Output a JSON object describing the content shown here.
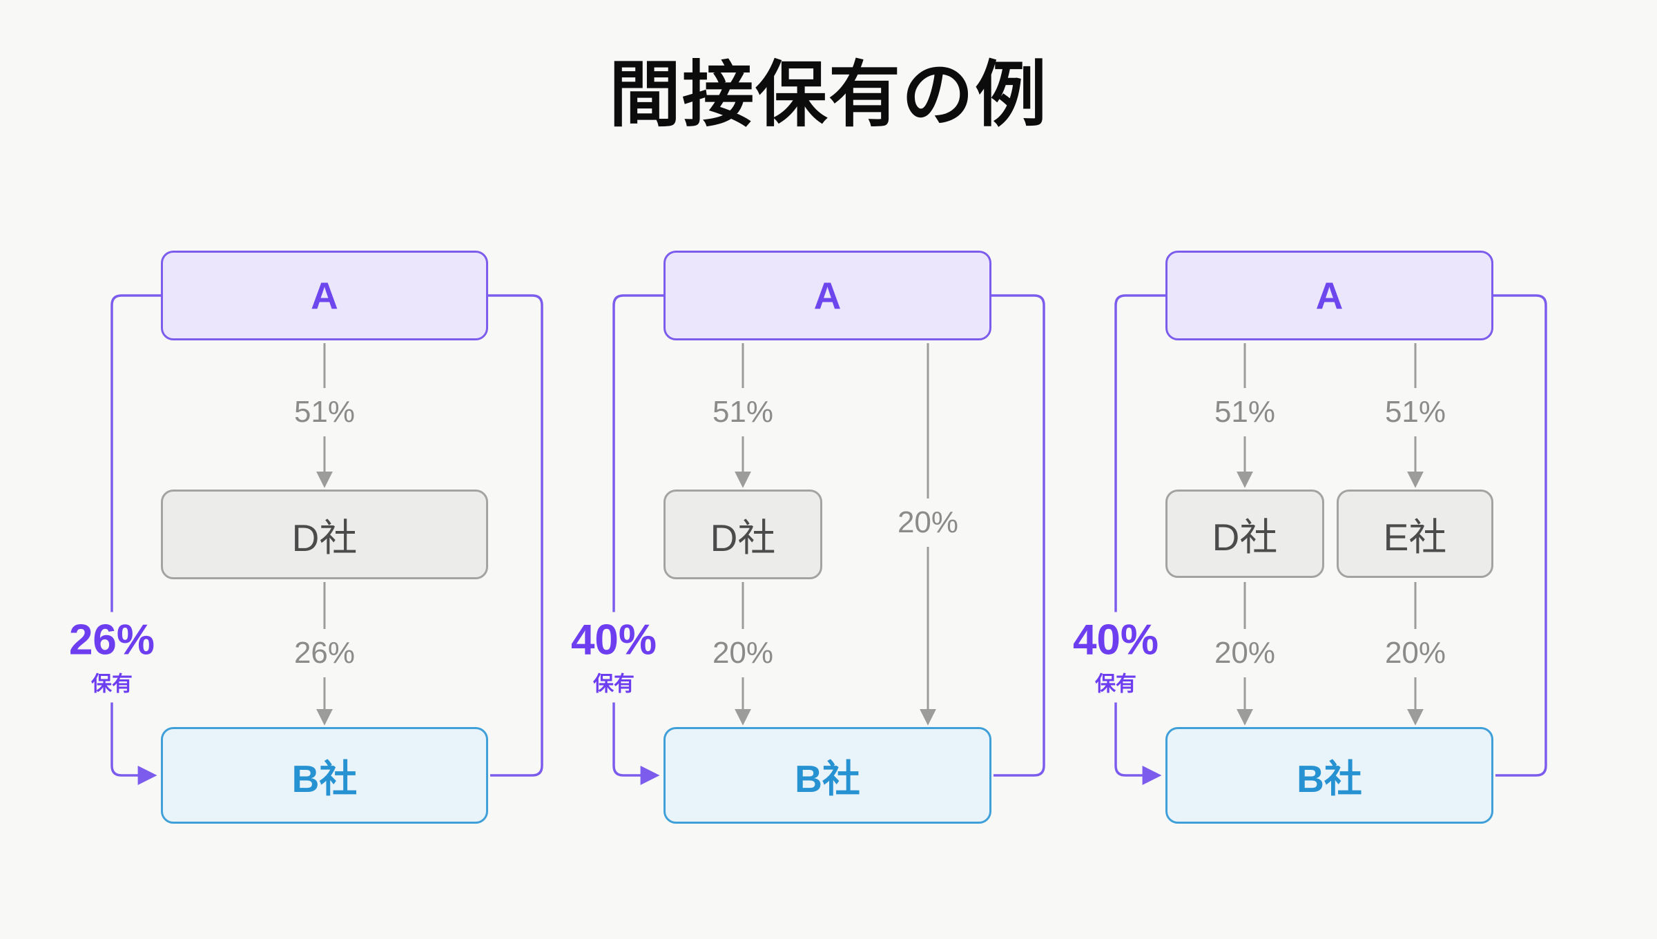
{
  "title": "間接保有の例",
  "colors": {
    "background": "#f8f8f6",
    "purple_accent": "#6d3df0",
    "purple_border": "#7c5ced",
    "gray_line": "#9c9c9a",
    "blue_accent": "#2792d2"
  },
  "panels": [
    {
      "top": "A",
      "mid1": "D社",
      "bottom": "B社",
      "pct_top1": "51%",
      "pct_bottom1": "26%",
      "holding_pct": "26%",
      "holding_label": "保有"
    },
    {
      "top": "A",
      "mid1": "D社",
      "bottom": "B社",
      "pct_top1": "51%",
      "pct_bottom1": "20%",
      "pct_direct": "20%",
      "holding_pct": "40%",
      "holding_label": "保有"
    },
    {
      "top": "A",
      "mid1": "D社",
      "mid2": "E社",
      "bottom": "B社",
      "pct_top1": "51%",
      "pct_top2": "51%",
      "pct_bottom1": "20%",
      "pct_bottom2": "20%",
      "holding_pct": "40%",
      "holding_label": "保有"
    }
  ]
}
